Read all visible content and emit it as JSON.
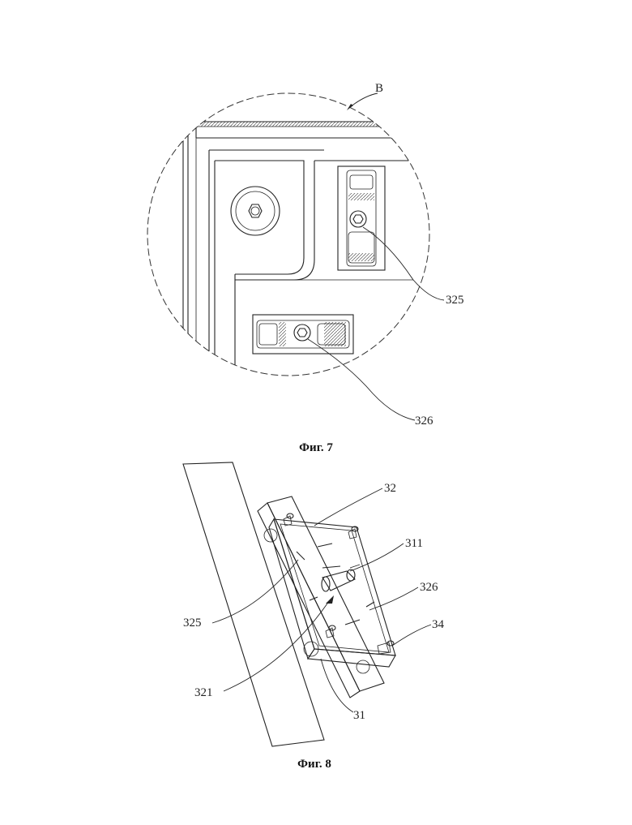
{
  "figures": [
    {
      "caption": "Фиг. 7",
      "detail_label": "B",
      "callouts": [
        "325",
        "326"
      ]
    },
    {
      "caption": "Фиг. 8",
      "callouts": [
        "32",
        "311",
        "326",
        "34",
        "325",
        "321",
        "31"
      ]
    }
  ]
}
